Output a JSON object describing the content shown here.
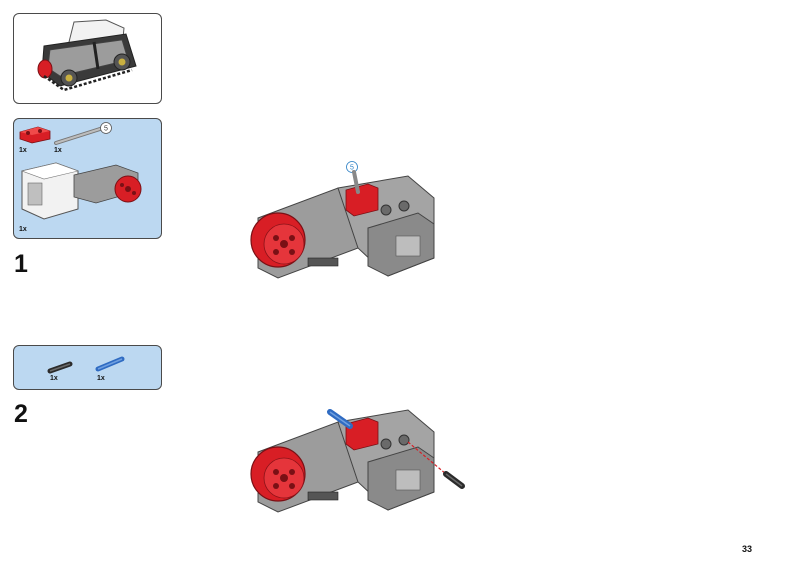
{
  "page": {
    "number": "33"
  },
  "steps": [
    {
      "number": "1",
      "parts": [
        {
          "name": "red double cross block",
          "qty": "1x",
          "color": "#d81e25"
        },
        {
          "name": "grey axle",
          "qty": "1x",
          "length_label": "5",
          "color": "#9a9a9a"
        },
        {
          "name": "large motor",
          "qty": "1x",
          "color": "#eeeeee"
        }
      ],
      "callout_length": "5"
    },
    {
      "number": "2",
      "parts": [
        {
          "name": "black pin with friction",
          "qty": "1x",
          "color": "#2b2b2b"
        },
        {
          "name": "blue axle pin",
          "qty": "1x",
          "color": "#2f6bc2"
        }
      ]
    }
  ],
  "colors": {
    "panel_bg": "#bcd8f1",
    "lego_red": "#d81e25",
    "lego_grey": "#9c9c9c",
    "lego_dark": "#2b2b2b",
    "lego_blue": "#2f6bc2"
  }
}
